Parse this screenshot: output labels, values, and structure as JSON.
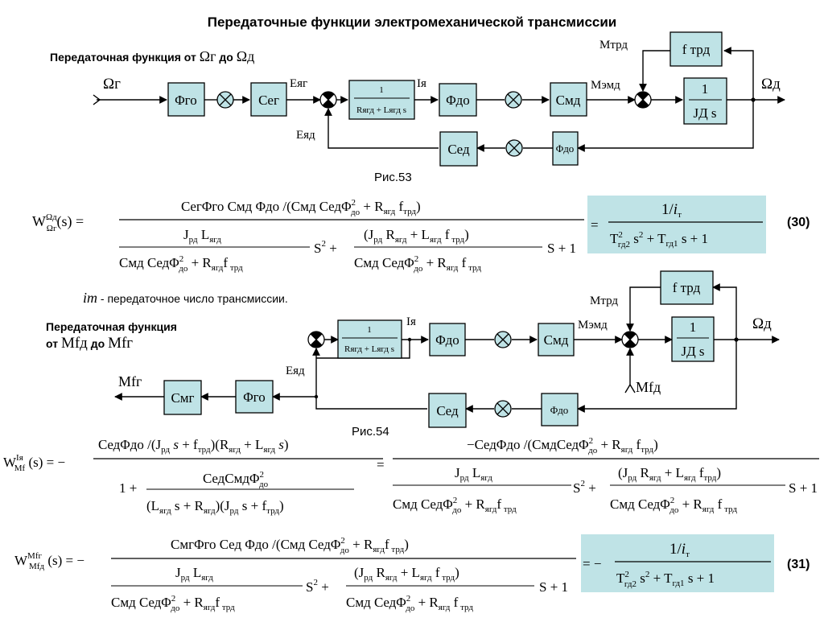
{
  "title": "Передаточные функции электромеханической трансмиссии",
  "sub1_prefix": "Передаточная функция от",
  "sub1_mid": "до",
  "sub2_line1": "Передаточная функция",
  "sub2_prefix": "от",
  "sub2_mid": "до",
  "fig53": "Рис.53",
  "fig54": "Рис.54",
  "note_it": "- передаточное число трансмиссии.",
  "eq30": "(30)",
  "eq31": "(31)",
  "sym": {
    "omega_g": "Ωг",
    "omega_d": "Ωд",
    "i_ya": "Iя",
    "e_yag": "Eяг",
    "e_yad": "Eяд",
    "m_trd": "Mтрд",
    "m_emd": "Mэмд",
    "m_fd": "Mfд",
    "m_fg": "Mfг",
    "i_t": "iт"
  },
  "blocks": {
    "phi_go": "Φго",
    "c_eg": "Cег",
    "phi_do": "Φдо",
    "c_md": "Cмд",
    "c_ed": "Cед",
    "c_mg": "Cмг",
    "f_trd": "f трд",
    "arm_num": "1",
    "arm_den": "Rягд + Lягд s",
    "mech_num": "1",
    "mech_den": "JД s"
  }
}
